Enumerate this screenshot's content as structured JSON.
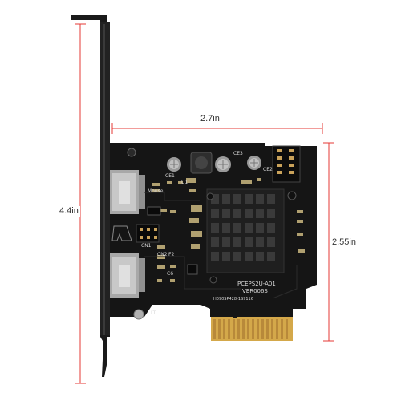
{
  "dimensions": {
    "height": "4.4in",
    "width": "2.7in",
    "pcb_height": "2.55in",
    "color": "#e53935"
  },
  "board": {
    "silkscreen_model": "PCEPS2U-A01",
    "silkscreen_version": "VER006S",
    "silkscreen_serial": "H090SP428-1S9116",
    "label_mouse": "Mouse",
    "label_u1": "U1",
    "label_lt": "LT",
    "label_ce3": "CE3",
    "label_ce2": "CE2",
    "label_cn1": "CN1",
    "label_cn2": "CN2",
    "label_ce1": "CE1",
    "label_f2": "F2",
    "label_c6": "C6",
    "pcb_color": "#151515",
    "bracket_color": "#1a1a1a",
    "gold_color": "#d4a84a"
  }
}
